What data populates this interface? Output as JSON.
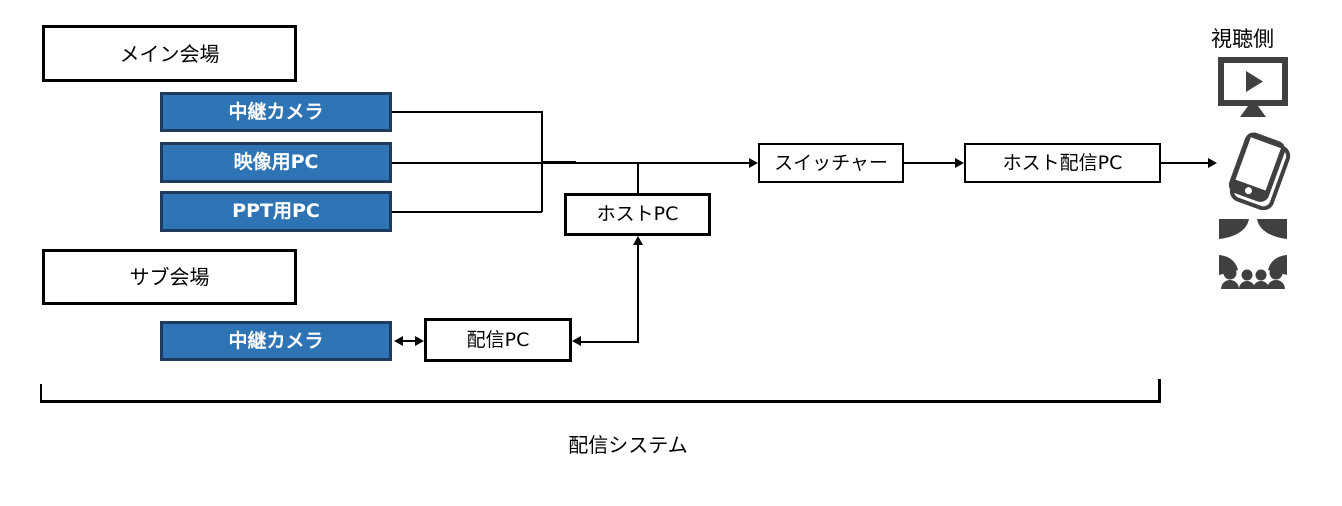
{
  "colors": {
    "source_fill": "#2E74B5",
    "source_border": "#1E3A5F",
    "source_text": "#FFFFFF",
    "box_border": "#000000",
    "line": "#000000",
    "icon": "#404040"
  },
  "diagram": {
    "main_venue_label": "メイン会場",
    "main_sources": [
      {
        "label": "中継カメラ"
      },
      {
        "label": "映像用PC"
      },
      {
        "label": "PPT用PC"
      }
    ],
    "sub_venue_label": "サブ会場",
    "sub_source_label": "中継カメラ",
    "delivery_pc_label": "配信PC",
    "host_pc_label": "ホストPC",
    "switcher_label": "スイッチャー",
    "host_delivery_pc_label": "ホスト配信PC",
    "viewer_label": "視聴側",
    "viewer_icons": [
      "monitor-play-icon",
      "smartphone-icon",
      "audience-icon"
    ],
    "system_label": "配信システム"
  }
}
